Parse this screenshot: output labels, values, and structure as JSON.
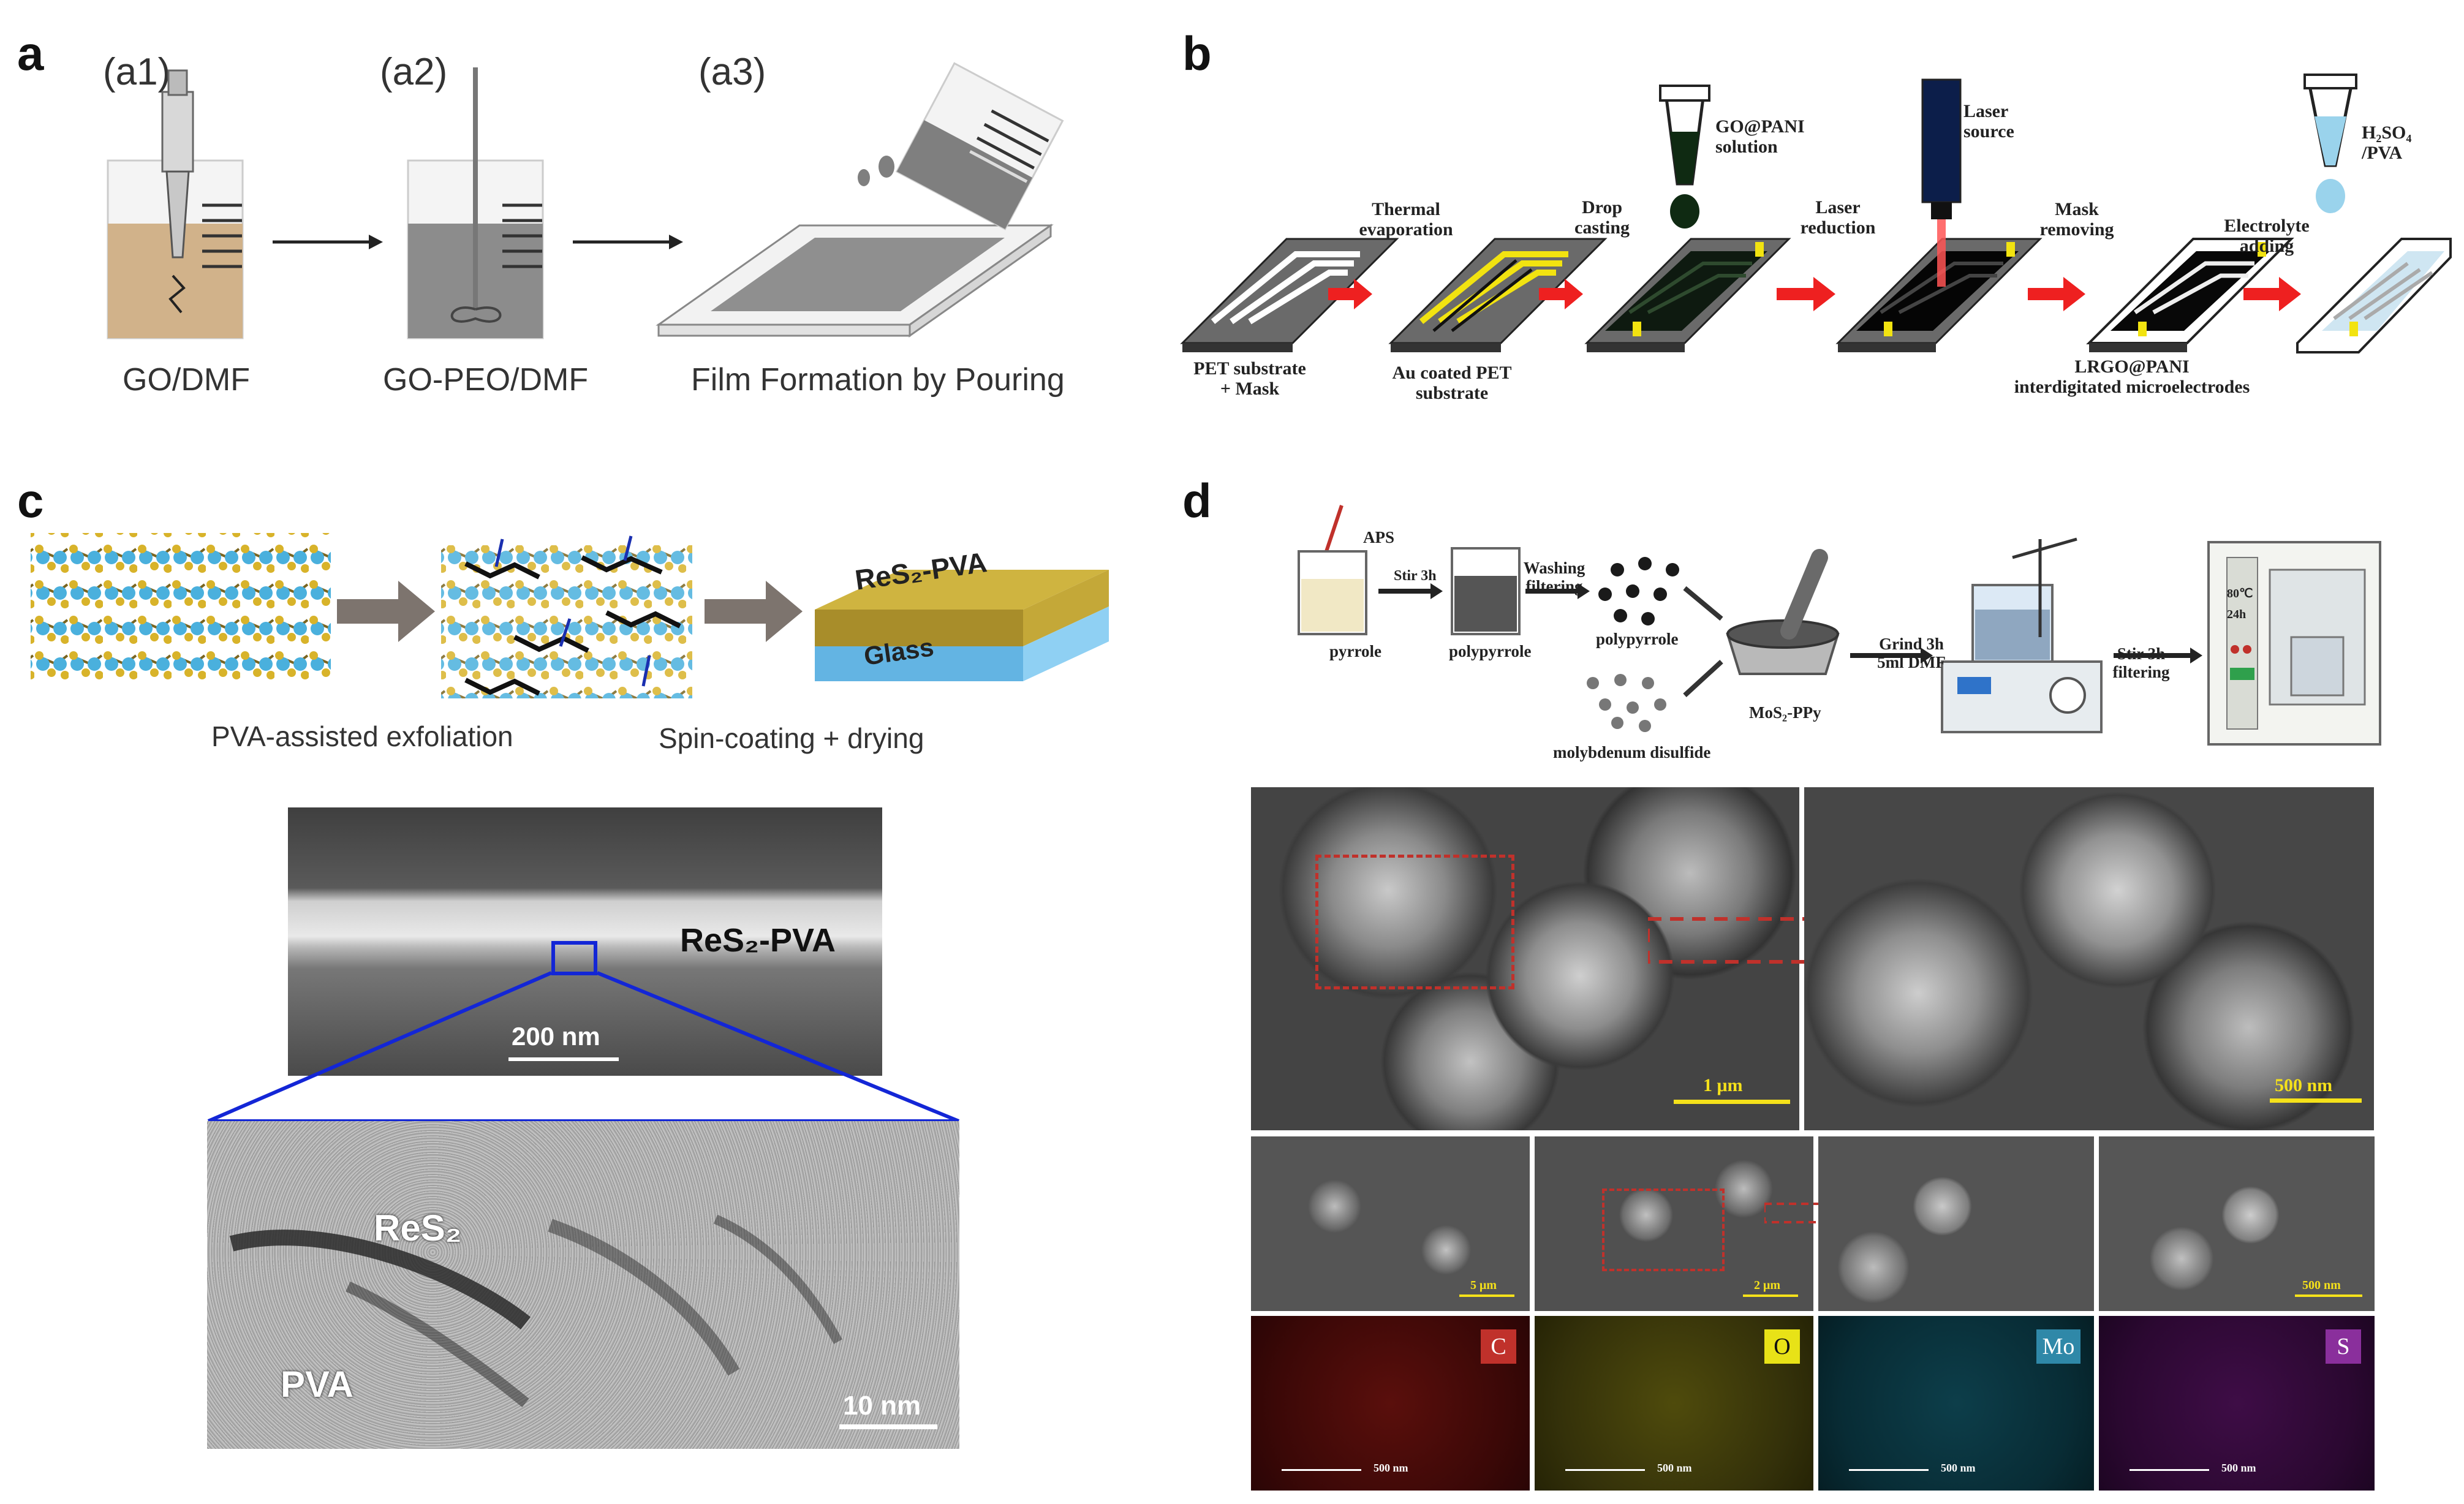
{
  "panels": {
    "a": {
      "label": "a",
      "steps": [
        {
          "id": "(a1)",
          "caption": "GO/DMF"
        },
        {
          "id": "(a2)",
          "caption": "GO-PEO/DMF"
        },
        {
          "id": "(a3)",
          "caption": "Film Formation by Pouring"
        }
      ]
    },
    "b": {
      "label": "b",
      "substrate_caption": [
        "PET substrate",
        "+ Mask"
      ],
      "au_caption": [
        "Au coated PET",
        "substrate"
      ],
      "step_thermal": [
        "Thermal",
        "evaporation"
      ],
      "step_drop": [
        "Drop",
        "casting"
      ],
      "dropper_label": [
        "GO@PANI",
        "solution"
      ],
      "step_laser": [
        "Laser",
        "reduction"
      ],
      "laser_label": [
        "Laser",
        "source"
      ],
      "step_mask": [
        "Mask",
        "removing"
      ],
      "electrode_caption": [
        "LRGO@PANI",
        "interdigitated microelectrodes"
      ],
      "step_electrolyte": [
        "Electrolyte",
        "adding"
      ],
      "electrolyte_label": [
        "H₂SO₄",
        "/PVA"
      ]
    },
    "c": {
      "label": "c",
      "exfoliation_caption": "PVA-assisted exfoliation",
      "coating_caption": "Spin-coating + drying",
      "film_top_label": "ReS₂-PVA",
      "film_bottom_label": "Glass",
      "tem_top_label": "ReS₂-PVA",
      "tem_top_scale": "200 nm",
      "tem_bottom_label_res2": "ReS₂",
      "tem_bottom_label_pva": "PVA",
      "tem_bottom_scale": "10 nm"
    },
    "d": {
      "label": "d",
      "aps": "APS",
      "stir1": "Stir 3h",
      "pyrrole": "pyrrole",
      "polypyrrole": "polypyrrole",
      "washing": [
        "Washing",
        "filtering"
      ],
      "polypyrrole_particles": "polypyrrole",
      "mos2": "molybdenum disulfide",
      "mos2ppy": "MoS₂-PPy",
      "grind": [
        "Grind 3h",
        "5ml DMF"
      ],
      "stir2": [
        "Stir 3h",
        "filtering"
      ],
      "oven_display": [
        "80℃",
        "24h"
      ],
      "sem_large_scales": [
        "1 μm",
        "500 nm"
      ],
      "sem_small_scales": [
        "5 μm",
        "2 μm",
        "500 nm"
      ],
      "eds_elements": [
        {
          "symbol": "C",
          "color": "#c0312b"
        },
        {
          "symbol": "O",
          "color": "#e8e217"
        },
        {
          "symbol": "Mo",
          "color": "#2f88a8"
        },
        {
          "symbol": "S",
          "color": "#8a2f9c"
        }
      ],
      "eds_scale": "500 nm"
    }
  }
}
